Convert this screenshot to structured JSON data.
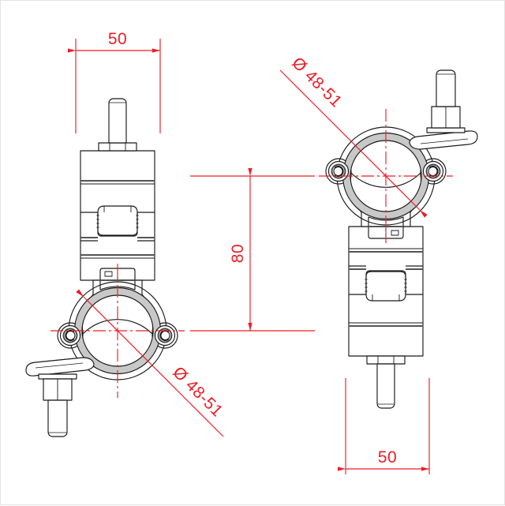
{
  "drawing": {
    "type": "technical-drawing",
    "subject": "tube clamp coupler, two orthogonal views",
    "background_color": "#ffffff",
    "outline_color": "#1a1a1a",
    "shade_color": "#c8c8c8",
    "dimension_color": "#ee1c25",
    "border_color": "#e3e3e3"
  },
  "dimensions": {
    "top_width": {
      "label": "50",
      "value": 50,
      "orientation": "horizontal",
      "position": "top-left-view"
    },
    "vertical_spacing": {
      "label": "80",
      "value": 80,
      "orientation": "vertical",
      "position": "center",
      "text_rotation": -90
    },
    "bottom_width": {
      "label": "50",
      "value": 50,
      "orientation": "horizontal",
      "position": "bottom-right-view"
    },
    "diameter_left": {
      "label": "Ø 48-51",
      "symbol": "Ø",
      "range": "48-51",
      "orientation": "diagonal",
      "position": "lower-left-clamp-ring",
      "text_rotation": 45
    },
    "diameter_right": {
      "label": "Ø 48-51",
      "symbol": "Ø",
      "range": "48-51",
      "orientation": "diagonal",
      "position": "upper-right-clamp-ring",
      "text_rotation": 45
    }
  },
  "views": {
    "left": {
      "name": "left-view",
      "body_position": "top",
      "ring_position": "bottom",
      "rotation": 0
    },
    "right": {
      "name": "right-view",
      "body_position": "bottom",
      "ring_position": "top",
      "rotation": 180
    }
  }
}
